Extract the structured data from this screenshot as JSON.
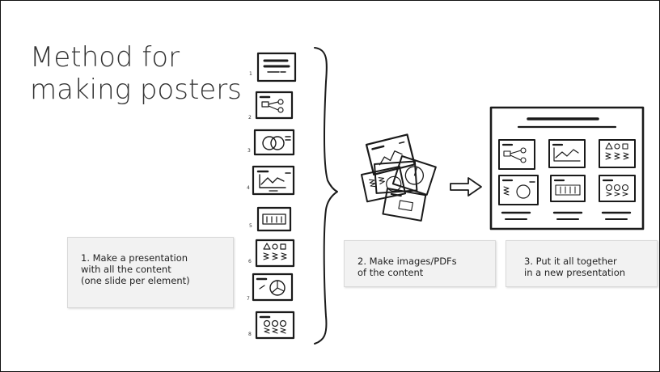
{
  "title": {
    "line1": "Method for",
    "line2": "making posters"
  },
  "steps": [
    {
      "text": "1. Make a presentation\nwith all the content\n(one slide per element)"
    },
    {
      "text": "2. Make images/PDFs\nof the content"
    },
    {
      "text": "3. Put it all together\nin a new presentation"
    }
  ],
  "slide_numbers": [
    "1",
    "2",
    "3",
    "4",
    "5",
    "6",
    "7",
    "8"
  ],
  "icons": {
    "slide_stack": "slide-thumbnails-sketch",
    "brace": "right-curly-brace",
    "images_pile": "images-pile-sketch",
    "arrow": "right-arrow-icon",
    "poster": "poster-sketch"
  },
  "colors": {
    "ink": "#1a1a1a",
    "caption_bg": "#f2f2f2",
    "title": "#333333"
  }
}
